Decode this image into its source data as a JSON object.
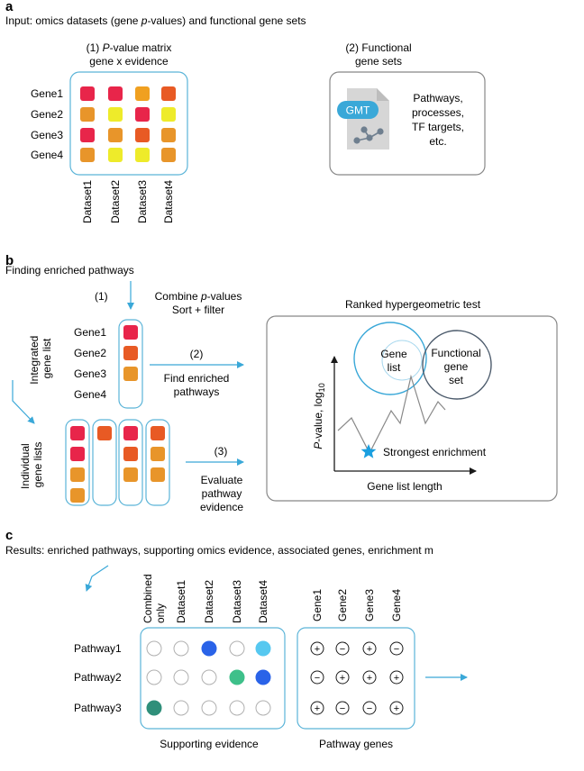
{
  "panel_a": {
    "letter": "a",
    "subtitle": "Input: omics datasets (gene p-values) and functional gene sets",
    "subtitle_pre": "Input: omics datasets (gene ",
    "subtitle_italic": "p",
    "subtitle_post": "-values) and functional gene sets",
    "matrix_title_prefix": "(1) ",
    "matrix_title_italic": "P",
    "matrix_title_rest": "-value matrix",
    "matrix_title_line2": "gene x evidence",
    "genes": [
      "Gene1",
      "Gene2",
      "Gene3",
      "Gene4"
    ],
    "datasets": [
      "Dataset1",
      "Dataset2",
      "Dataset3",
      "Dataset4"
    ],
    "matrix_colors": [
      [
        "#e8254a",
        "#e8254a",
        "#f0a020",
        "#e85a24"
      ],
      [
        "#e8952a",
        "#eeeb2a",
        "#e8254a",
        "#eeeb2a"
      ],
      [
        "#e8254a",
        "#e8952a",
        "#e85a24",
        "#e8952a"
      ],
      [
        "#e8952a",
        "#eeeb2a",
        "#eeeb2a",
        "#e8952a"
      ]
    ],
    "functional_title_line1": "(2) Functional",
    "functional_title_line2": "gene sets",
    "gmt_label": "GMT",
    "functional_desc": [
      "Pathways,",
      "processes,",
      "TF targets,",
      "etc."
    ]
  },
  "panel_b": {
    "letter": "b",
    "subtitle": "Finding enriched pathways",
    "step1": "(1)",
    "combine_pre": "Combine ",
    "combine_italic": "p",
    "combine_post": "-values",
    "sort_filter": "Sort + filter",
    "integrated_label_line1": "Integrated",
    "integrated_label_line2": "gene list",
    "integrated_genes": [
      "Gene1",
      "Gene2",
      "Gene3",
      "Gene4"
    ],
    "integrated_colors": [
      "#e8254a",
      "#e85a24",
      "#e8952a"
    ],
    "step2": "(2)",
    "find_line1": "Find enriched",
    "find_line2": "pathways",
    "individual_label_line1": "Individual",
    "individual_label_line2": "gene lists",
    "individual_colors": [
      [
        "#e8254a",
        "#e8254a",
        "#e8952a",
        "#e8952a"
      ],
      [
        "#e85a24"
      ],
      [
        "#e8254a",
        "#e85a24",
        "#e8952a"
      ],
      [
        "#e85a24",
        "#e8952a",
        "#e8952a"
      ]
    ],
    "step3": "(3)",
    "evaluate_lines": [
      "Evaluate",
      "pathway",
      "evidence"
    ],
    "hyper_title": "Ranked hypergeometric test",
    "venn_gene_line1": "Gene",
    "venn_gene_line2": "list",
    "venn_func_lines": [
      "Functional",
      "gene",
      "set"
    ],
    "y_axis_italic": "P",
    "y_axis_rest": "-value, log",
    "y_axis_sub": "10",
    "strongest": "Strongest enrichment",
    "x_axis": "Gene list length"
  },
  "panel_c": {
    "letter": "c",
    "subtitle": "Results: enriched pathways, supporting omics evidence, associated genes, enrichment m",
    "pathways": [
      "Pathway1",
      "Pathway2",
      "Pathway3"
    ],
    "evidence_cols": [
      "Combined only",
      "Dataset1",
      "Dataset2",
      "Dataset3",
      "Dataset4"
    ],
    "evidence_cols_line1": [
      "Combined",
      "Dataset1",
      "Dataset2",
      "Dataset3",
      "Dataset4"
    ],
    "evidence_cols_line2": [
      "only",
      "",
      "",
      "",
      ""
    ],
    "evidence_colors": [
      [
        "#ffffff",
        "#ffffff",
        "#2a63e8",
        "#ffffff",
        "#56c8f0"
      ],
      [
        "#ffffff",
        "#ffffff",
        "#ffffff",
        "#3ec08a",
        "#2a63e8"
      ],
      [
        "#2f8f7a",
        "#ffffff",
        "#ffffff",
        "#ffffff",
        "#ffffff"
      ]
    ],
    "gene_cols": [
      "Gene1",
      "Gene2",
      "Gene3",
      "Gene4"
    ],
    "gene_signs": [
      [
        "+",
        "−",
        "+",
        "−"
      ],
      [
        "−",
        "+",
        "+",
        "+"
      ],
      [
        "+",
        "−",
        "−",
        "+"
      ]
    ],
    "supporting_label": "Supporting evidence",
    "pathway_genes_label": "Pathway genes"
  },
  "colors": {
    "accent": "#3aa8d8",
    "box_border": "#5bb4d8",
    "gray_border": "#888888",
    "star": "#1a9fe0"
  }
}
